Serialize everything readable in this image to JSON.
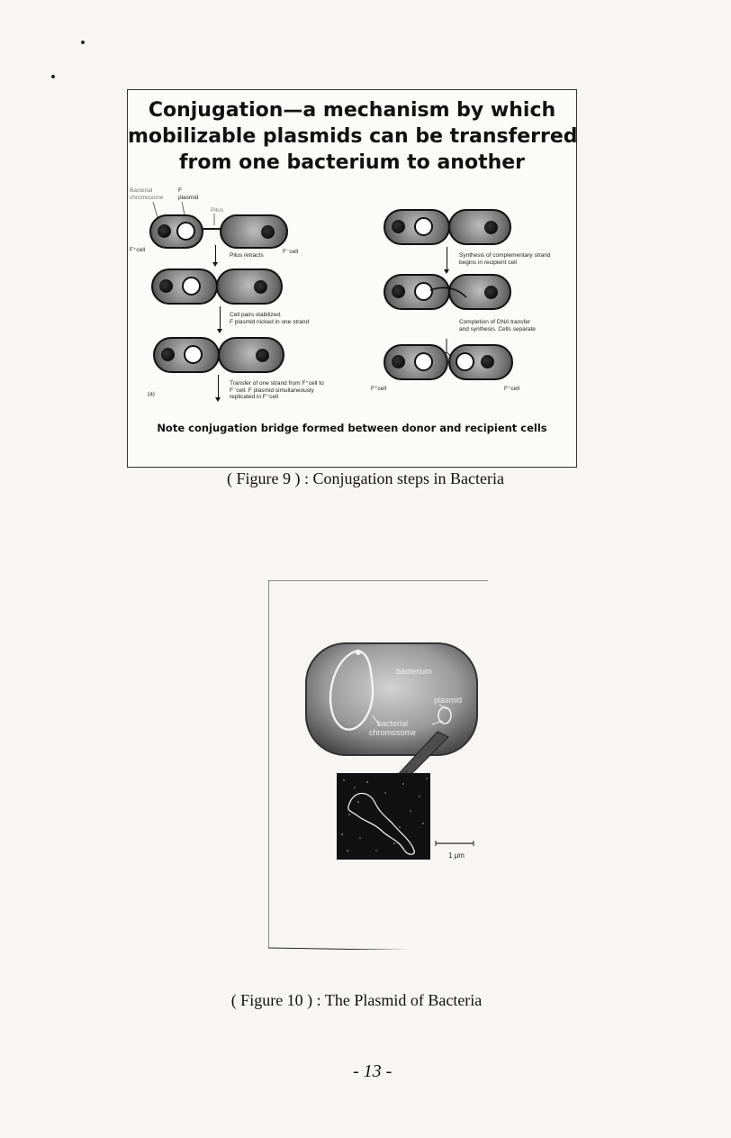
{
  "figure9": {
    "title_lines": [
      "Conjugation—a mechanism by which",
      "mobilizable plasmids can be transferred",
      "from one bacterium to another"
    ],
    "labels": {
      "bacterial_chromosome_1": "Bacterial",
      "bacterial_chromosome_2": "chromosome",
      "f_plasmid_1": "F",
      "f_plasmid_2": "plasmid",
      "pilus": "Pilus",
      "f_plus_cell": "F⁺cell",
      "f_minus_cell": "F⁻cell",
      "pilus_retracts": "Pilus retracts",
      "cell_pairs_1": "Cell pairs stabilized.",
      "cell_pairs_2": "F plasmid nicked in one strand",
      "transfer_1": "Transfer of one strand from F⁺cell to",
      "transfer_2": "F⁻cell. F plasmid simultaneously",
      "transfer_3": "replicated in F⁺cell",
      "panel_a": "(a)",
      "synthesis_1": "Synthesis of complementary strand",
      "synthesis_2": "begins in recipient cell",
      "completion_1": "Completion of DNA transfer",
      "completion_2": "and synthesis. Cells separate",
      "f_plus_cell_final_left": "F⁺cell",
      "f_plus_cell_final_right": "F⁺cell"
    },
    "note": "Note conjugation bridge formed between donor and recipient cells",
    "caption": "( Figure 9 ) : Conjugation steps in Bacteria"
  },
  "figure10": {
    "labels": {
      "bacterium": "bacterium",
      "plasmid": "plasmid",
      "bacterial_chromosome_1": "bacterial",
      "bacterial_chromosome_2": "chromosome",
      "scale": "1 μm"
    },
    "caption": "( Figure 10 ) : The Plasmid of Bacteria"
  },
  "page_number": "- 13 -"
}
